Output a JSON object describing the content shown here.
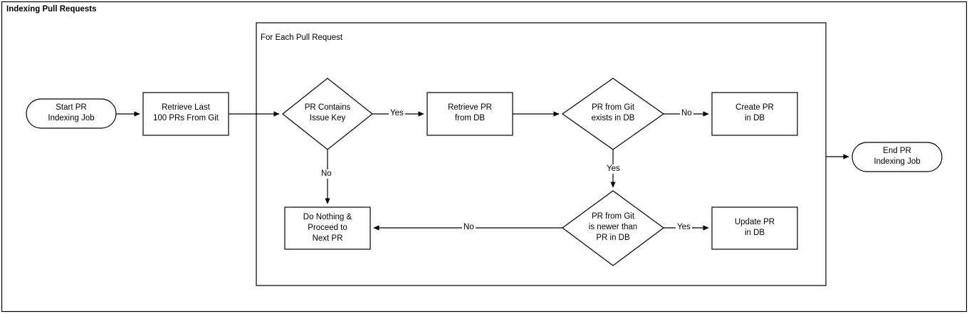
{
  "diagram": {
    "title": "Indexing Pull Requests",
    "subgraph_title": "For Each Pull Request",
    "type": "flowchart",
    "nodes": [
      {
        "id": "start",
        "label": "Start PR\nIndexing Job",
        "shape": "stadium"
      },
      {
        "id": "retrieve_git",
        "label": "Retrieve Last\n100 PRs From Git",
        "shape": "rect"
      },
      {
        "id": "has_key",
        "label": "PR Contains\nIssue Key",
        "shape": "diamond"
      },
      {
        "id": "retrieve_db",
        "label": "Retrieve PR\nfrom DB",
        "shape": "rect"
      },
      {
        "id": "exists_db",
        "label": "PR from Git\nexists in DB",
        "shape": "diamond"
      },
      {
        "id": "create_pr",
        "label": "Create PR\nin DB",
        "shape": "rect"
      },
      {
        "id": "do_nothing",
        "label": "Do Nothing &\nProceed to\nNext PR",
        "shape": "rect"
      },
      {
        "id": "is_newer",
        "label": "PR from Git\nis newer than\nPR in DB",
        "shape": "diamond"
      },
      {
        "id": "update_pr",
        "label": "Update PR\nin DB",
        "shape": "rect"
      },
      {
        "id": "end",
        "label": "End PR\nIndexing Job",
        "shape": "stadium"
      }
    ],
    "edges": [
      {
        "from": "start",
        "to": "retrieve_git",
        "label": ""
      },
      {
        "from": "retrieve_git",
        "to": "has_key",
        "label": ""
      },
      {
        "from": "has_key",
        "to": "retrieve_db",
        "label": "Yes"
      },
      {
        "from": "has_key",
        "to": "do_nothing",
        "label": "No"
      },
      {
        "from": "retrieve_db",
        "to": "exists_db",
        "label": ""
      },
      {
        "from": "exists_db",
        "to": "create_pr",
        "label": "No"
      },
      {
        "from": "exists_db",
        "to": "is_newer",
        "label": "Yes"
      },
      {
        "from": "is_newer",
        "to": "update_pr",
        "label": "Yes"
      },
      {
        "from": "is_newer",
        "to": "do_nothing",
        "label": "No"
      },
      {
        "from": "subgraph",
        "to": "end",
        "label": ""
      }
    ],
    "edge_labels": {
      "has_key_yes": "Yes",
      "has_key_no": "No",
      "exists_db_no": "No",
      "exists_db_yes": "Yes",
      "is_newer_yes": "Yes",
      "is_newer_no": "No"
    },
    "colors": {
      "stroke": "#000000",
      "fill": "#ffffff",
      "text": "#000000",
      "background": "#ffffff"
    }
  }
}
